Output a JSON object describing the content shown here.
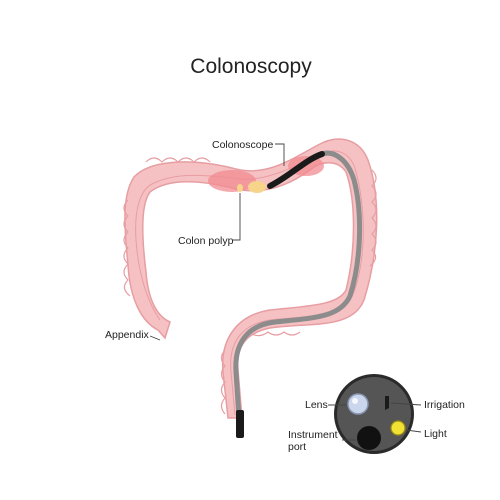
{
  "title": "Colonoscopy",
  "labels": {
    "colonoscope": "Colonoscope",
    "colon_polyp": "Colon polyp",
    "appendix": "Appendix",
    "lens": "Lens",
    "irrigation": "Irrigation",
    "instrument": "Instrument",
    "port": "port",
    "light": "Light"
  },
  "colors": {
    "colon": "#f5c1c2",
    "colon_outline": "#e79ea3",
    "inflamed": "#f28b92",
    "scope_tube": "#8c8c8c",
    "scope_tip": "#1a1a1a",
    "polyp": "#f6d48a",
    "scope_face": "#555555",
    "lens": "#c9d6ec",
    "light": "#f2e135"
  }
}
